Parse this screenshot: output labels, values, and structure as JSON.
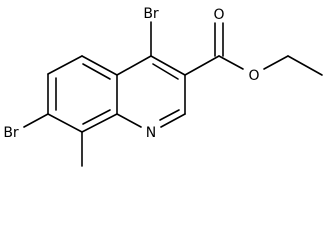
{
  "molecule": {
    "atoms": {
      "br_top": "Br",
      "br_left": "Br",
      "nitrogen": "N",
      "carbonyl_oxygen": "O",
      "ester_oxygen": "O"
    }
  }
}
